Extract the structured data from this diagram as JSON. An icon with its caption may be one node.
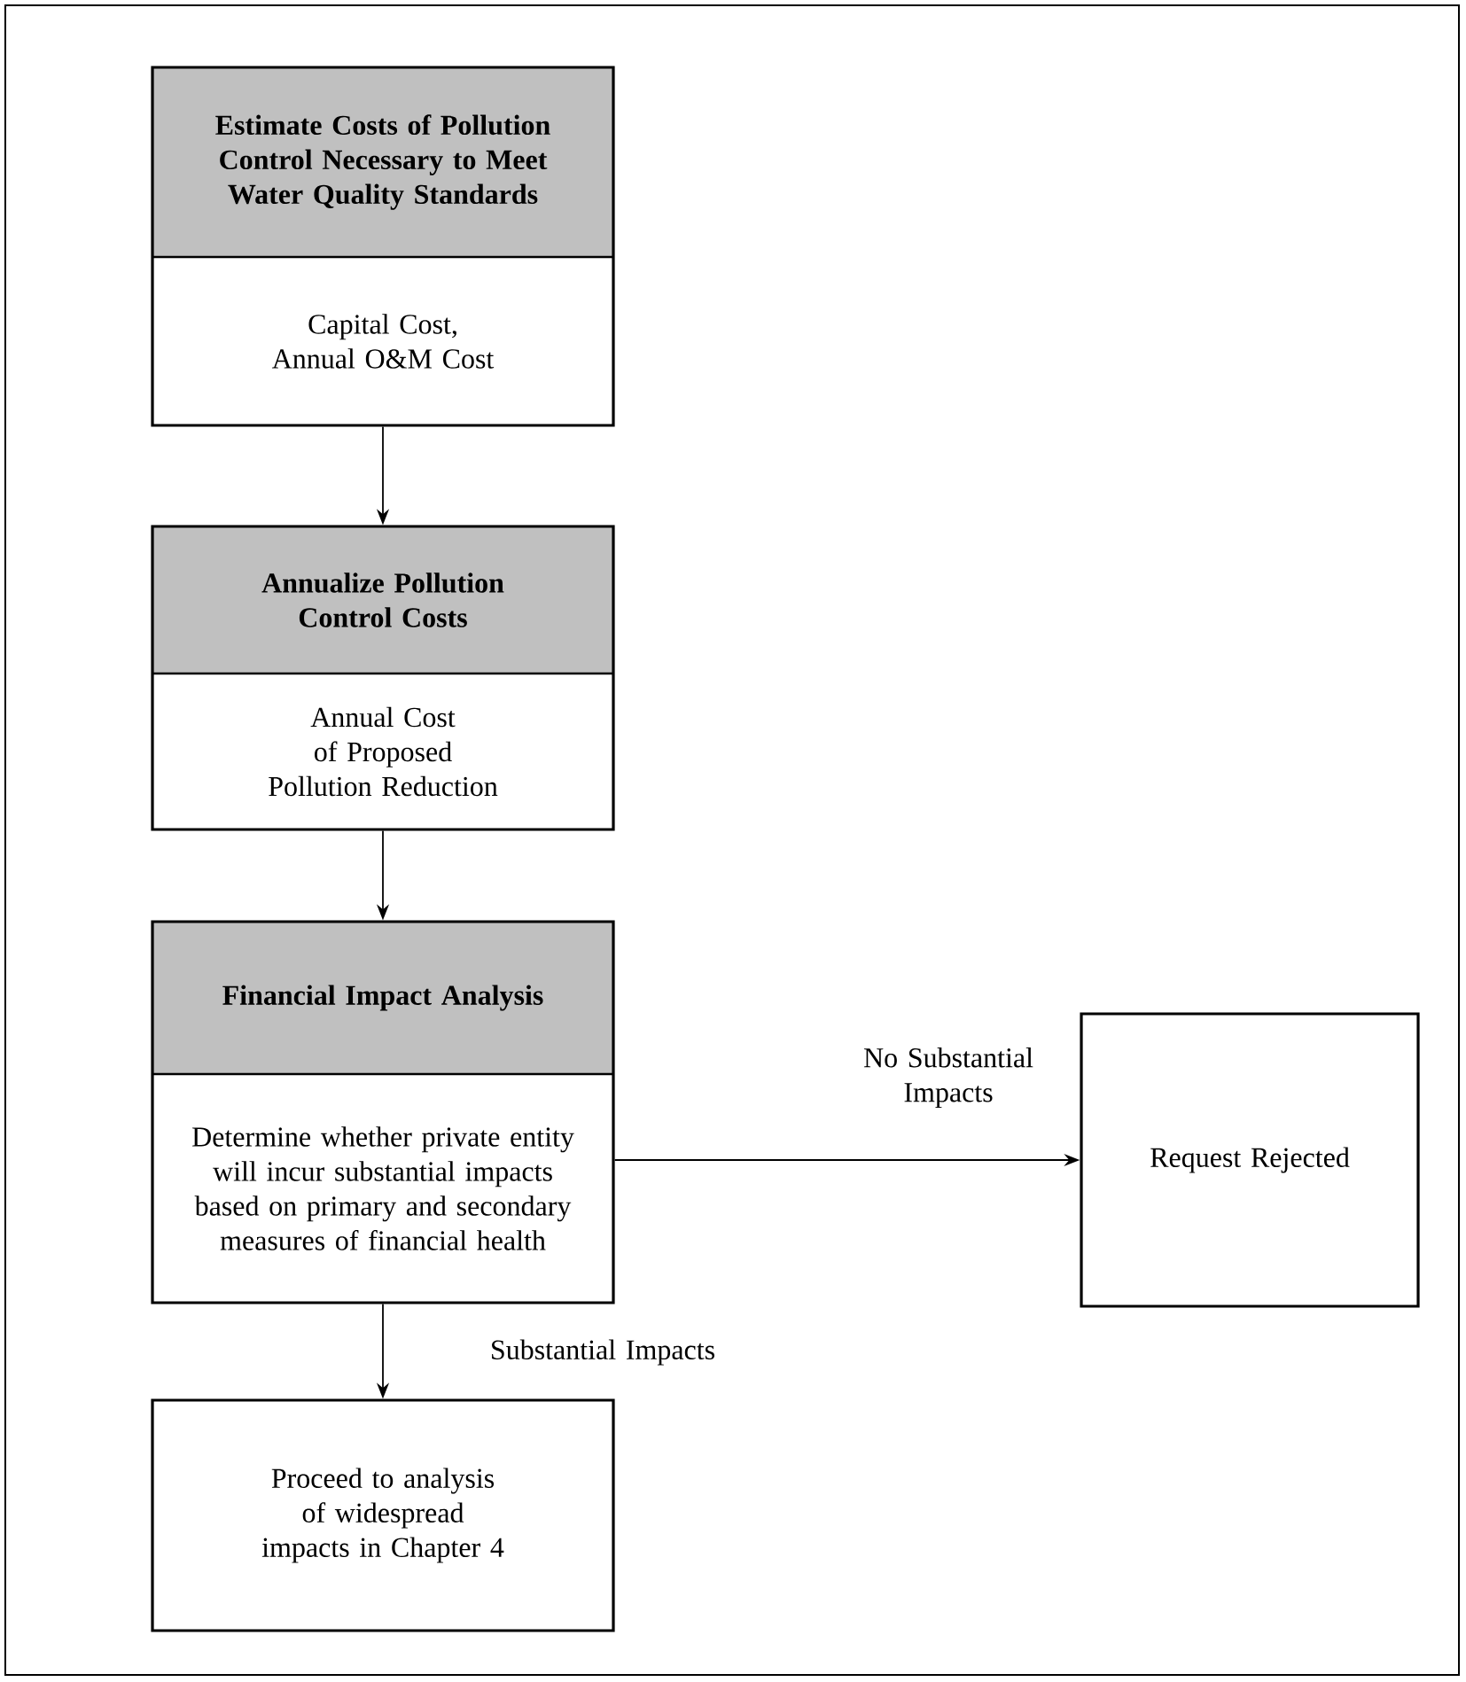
{
  "diagram": {
    "nodes": [
      {
        "text": [
          "Estimate Costs of Pollution Control Necessary to Meet Water Quality Standards",
          "Capital Cost, Annual O&M Cost"
        ]
      },
      {
        "text": [
          "Annualize Pollution Control Costs",
          "Annual Cost of Proposed Pollution Reduction"
        ]
      },
      {
        "text": [
          "Financial Impact Analysis",
          "Determine whether private entity will incur substantial impacts based on primary and secondary measures of financial health"
        ]
      },
      {
        "text": [
          "Request Rejected"
        ]
      },
      {
        "text": [
          "Proceed to analysis of widespread impacts in Chapter 4"
        ]
      }
    ],
    "edges": [
      {
        "from": 0,
        "to": 1,
        "arrow": "to"
      },
      {
        "from": 1,
        "to": 2,
        "arrow": "to"
      },
      {
        "from": 2,
        "to": 3,
        "arrow": "to",
        "label": "No Substantial Impacts"
      },
      {
        "from": 2,
        "to": 4,
        "arrow": "to",
        "label": "Substantial Impacts"
      }
    ]
  }
}
